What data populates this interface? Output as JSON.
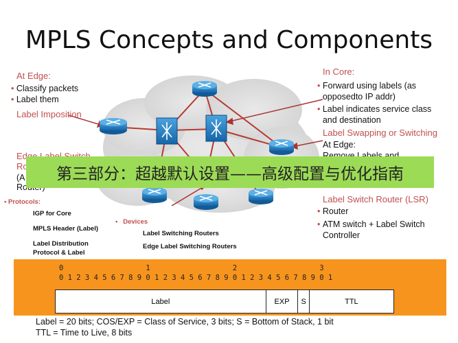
{
  "title": "MPLS Concepts and Components",
  "at_edge": {
    "heading": "At Edge:",
    "bullets": [
      "Classify packets",
      "Label them"
    ],
    "sub_heading": "Label Imposition"
  },
  "in_core": {
    "heading": "In Core:",
    "bullets": [
      "Forward using labels (as opposedto IP addr)",
      "Label indicates service class and destination"
    ],
    "sub_heading": "Label Swapping or Switching",
    "edge_partial_1": "At Edge:",
    "edge_partial_2": "Remove Labels and"
  },
  "left_partial": {
    "line1": "Edge Label Switch",
    "line2": "Ro",
    "line3": "(A",
    "line4": "Router)"
  },
  "protocols": {
    "heading": "Protocols:",
    "items": [
      "IGP for Core",
      "MPLS Header (Label)",
      "Label Distribution Protocol & Label"
    ]
  },
  "devices": {
    "heading": "Devices",
    "items": [
      "Label Switching Routers",
      "Edge Label Switching Routers"
    ]
  },
  "lsr": {
    "heading": "Label Switch Router (LSR)",
    "bullets": [
      "Router",
      "ATM switch + Label Switch Controller"
    ]
  },
  "banner": "第三部分：超越默认设置——高级配置与优化指南",
  "header": {
    "ruler_tens": "0                   1                   2                   3",
    "ruler_units": "0 1 2 3 4 5 6 7 8 9 0 1 2 3 4 5 6 7 8 9 0 1 2 3 4 5 6 7 8 9 0 1",
    "fields": [
      "Label",
      "EXP",
      "S",
      "TTL"
    ],
    "field_bits": [
      20,
      3,
      1,
      8
    ]
  },
  "footnote": {
    "line1": "Label = 20 bits; COS/EXP = Class of Service, 3 bits; S = Bottom of Stack, 1 bit",
    "line2": "TTL = Time to Live, 8 bits"
  },
  "colors": {
    "accent_red": "#c0504d",
    "banner_green": "#9cdb56",
    "header_orange": "#f7941d",
    "router_blue": "#1f7fc0"
  }
}
